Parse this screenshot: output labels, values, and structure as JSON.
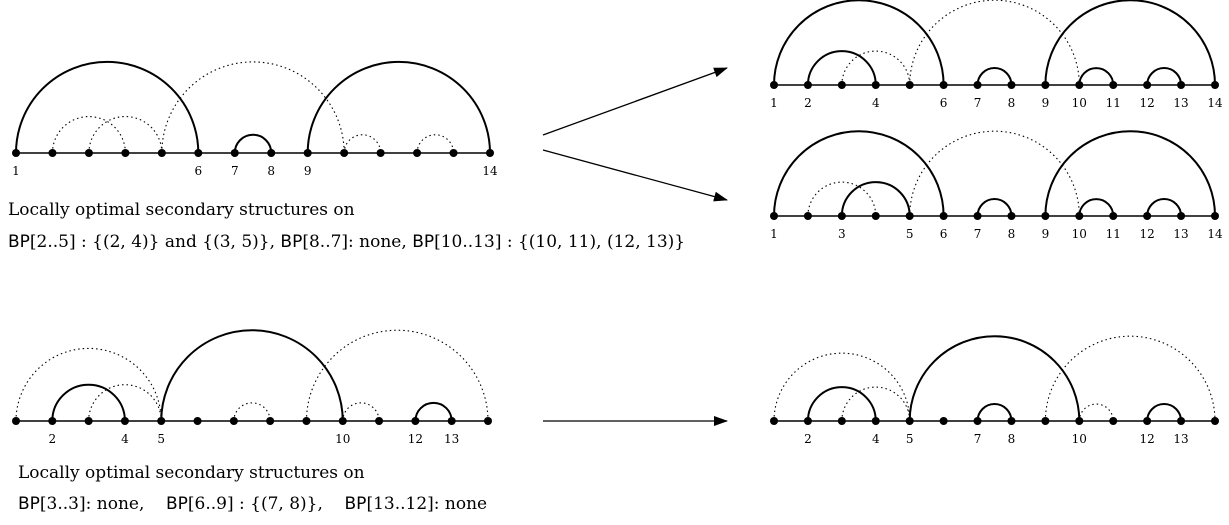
{
  "diagrams": [
    {
      "id": "top-left",
      "points": 14,
      "labels": [
        "1",
        "6",
        "7",
        "8",
        "9",
        "14"
      ],
      "label_positions": [
        1,
        6,
        7,
        8,
        9,
        14
      ],
      "solid_arcs": [
        [
          1,
          6
        ],
        [
          7,
          8
        ],
        [
          9,
          14
        ]
      ],
      "dotted_arcs": [
        [
          2,
          4
        ],
        [
          3,
          5
        ],
        [
          5,
          10
        ],
        [
          10,
          11
        ],
        [
          12,
          13
        ]
      ]
    },
    {
      "id": "top-right-a",
      "points": 14,
      "labels": [
        "1",
        "2",
        "4",
        "6",
        "7",
        "8",
        "9",
        "10",
        "11",
        "12",
        "13",
        "14"
      ],
      "label_positions": [
        1,
        2,
        4,
        6,
        7,
        8,
        9,
        10,
        11,
        12,
        13,
        14
      ],
      "solid_arcs": [
        [
          1,
          6
        ],
        [
          2,
          4
        ],
        [
          7,
          8
        ],
        [
          9,
          14
        ],
        [
          10,
          11
        ],
        [
          12,
          13
        ]
      ],
      "dotted_arcs": [
        [
          3,
          5
        ],
        [
          5,
          10
        ]
      ]
    },
    {
      "id": "top-right-b",
      "points": 14,
      "labels": [
        "1",
        "3",
        "5",
        "6",
        "7",
        "8",
        "9",
        "10",
        "11",
        "12",
        "13",
        "14"
      ],
      "label_positions": [
        1,
        3,
        5,
        6,
        7,
        8,
        9,
        10,
        11,
        12,
        13,
        14
      ],
      "solid_arcs": [
        [
          1,
          6
        ],
        [
          3,
          5
        ],
        [
          7,
          8
        ],
        [
          9,
          14
        ],
        [
          10,
          11
        ],
        [
          12,
          13
        ]
      ],
      "dotted_arcs": [
        [
          2,
          4
        ],
        [
          5,
          10
        ]
      ]
    },
    {
      "id": "bottom-left",
      "points": 14,
      "labels": [
        "2",
        "4",
        "5",
        "10",
        "12",
        "13"
      ],
      "label_positions": [
        2,
        4,
        5,
        10,
        12,
        13
      ],
      "solid_arcs": [
        [
          2,
          4
        ],
        [
          5,
          10
        ],
        [
          12,
          13
        ]
      ],
      "dotted_arcs": [
        [
          1,
          5
        ],
        [
          3,
          5
        ],
        [
          7,
          8
        ],
        [
          9,
          14
        ],
        [
          10,
          11
        ]
      ]
    },
    {
      "id": "bottom-right",
      "points": 14,
      "labels": [
        "2",
        "4",
        "5",
        "7",
        "8",
        "10",
        "12",
        "13"
      ],
      "label_positions": [
        2,
        4,
        5,
        7,
        8,
        10,
        12,
        13
      ],
      "solid_arcs": [
        [
          2,
          4
        ],
        [
          5,
          10
        ],
        [
          7,
          8
        ],
        [
          12,
          13
        ]
      ],
      "dotted_arcs": [
        [
          1,
          5
        ],
        [
          3,
          5
        ],
        [
          9,
          14
        ],
        [
          10,
          11
        ]
      ]
    }
  ],
  "captions": {
    "top_line1": "Locally optimal secondary structures on",
    "top_line2_a": "BP",
    "top_line2_b": "[2..5] : {(2, 4)} and {(3, 5)},",
    "top_line2_c": "BP",
    "top_line2_d": "[8..7]: none,",
    "top_line2_e": "BP",
    "top_line2_f": "[10..13] : {(10, 11), (12, 13)}",
    "bottom_line1": "Locally optimal secondary structures on",
    "bottom_line2_a": "BP",
    "bottom_line2_b": "[3..3]: none,",
    "bottom_line2_c": "BP",
    "bottom_line2_d": "[6..9] : {(7, 8)},",
    "bottom_line2_e": "BP",
    "bottom_line2_f": "[13..12]: none"
  }
}
